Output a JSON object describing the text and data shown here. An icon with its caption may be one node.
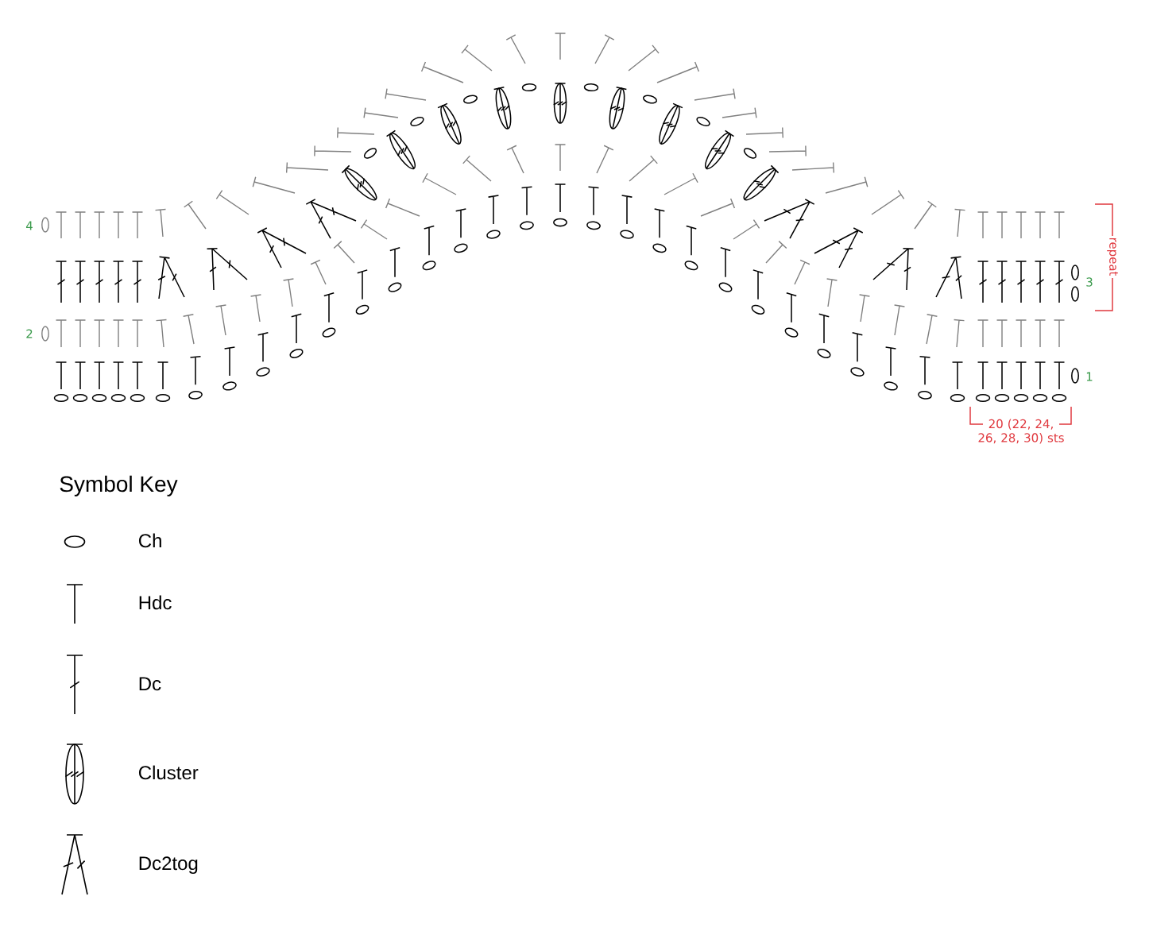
{
  "diagram": {
    "labels": [
      "4",
      "repeat",
      "3",
      "2",
      "1",
      "20 (22, 24, 26, 28, 30) sts",
      "Symbol Key"
    ],
    "legend": [
      {
        "text": "Ch"
      },
      {
        "text": "Hdc"
      },
      {
        "text": "Dc"
      },
      {
        "text": "Cluster"
      },
      {
        "text": "Dc2tog"
      }
    ]
  }
}
